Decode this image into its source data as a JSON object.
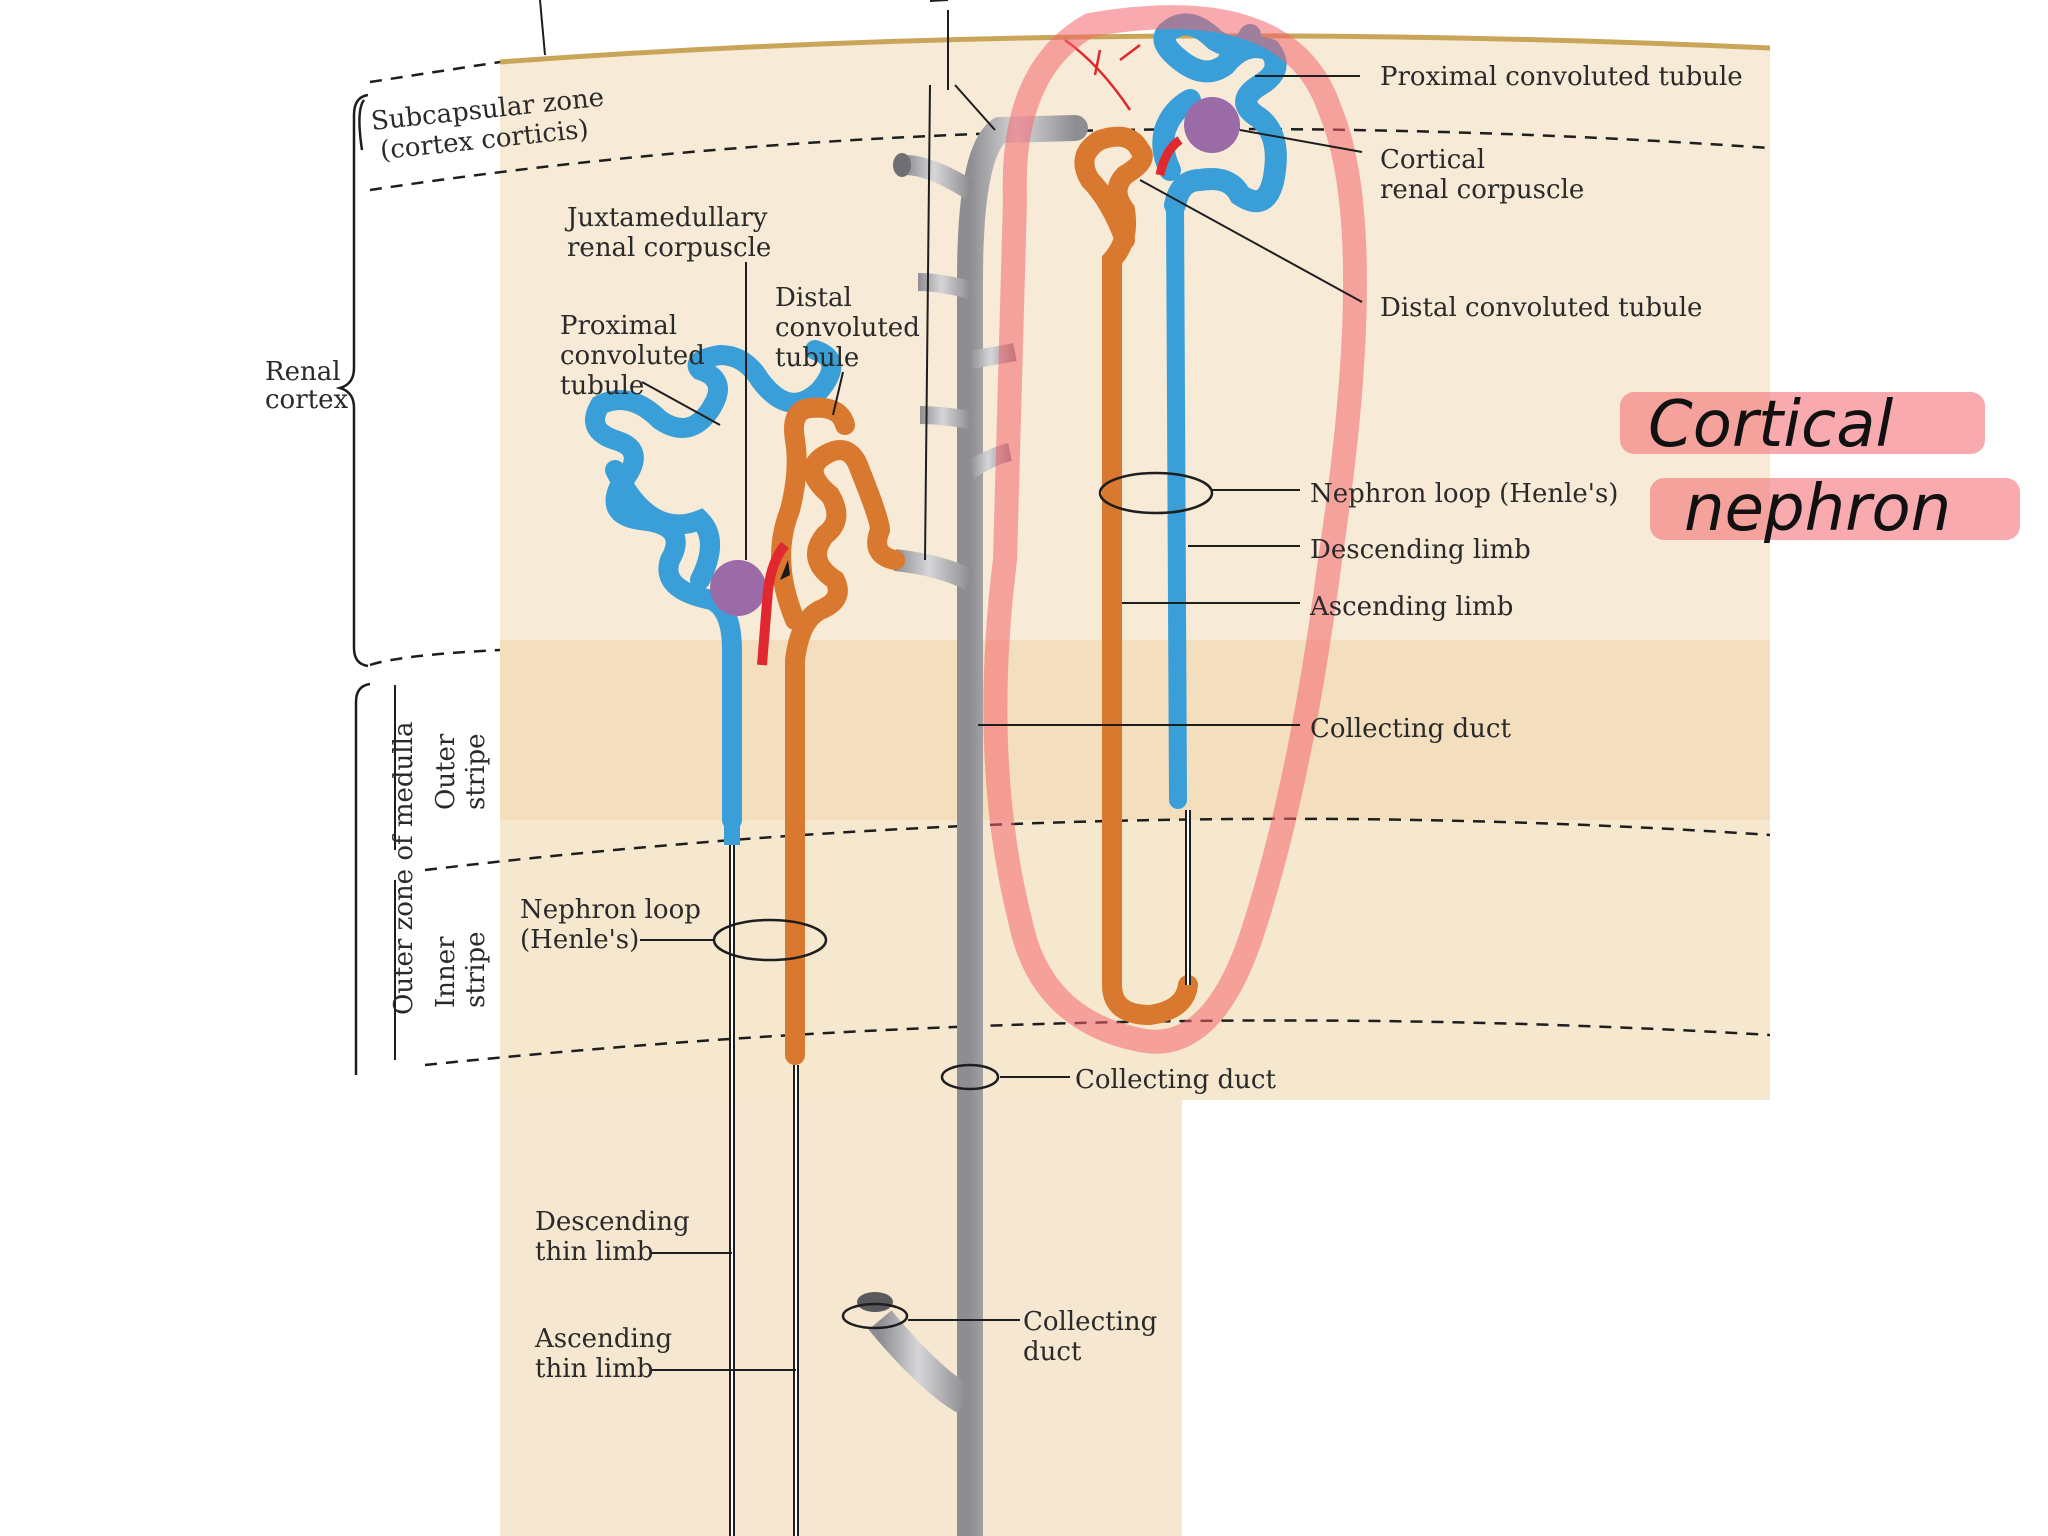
{
  "labels": {
    "subcapsular_zone": "Subcapsular zone",
    "cortex_corticis": "(cortex corticis)",
    "renal": "Renal",
    "cortex": "cortex",
    "juxtamedullary_1": "Juxtamedullary",
    "juxtamedullary_2": "renal corpuscle",
    "left_pct_1": "Proximal",
    "left_pct_2": "convoluted",
    "left_pct_3": "tubule",
    "left_dct_1": "Distal",
    "left_dct_2": "convoluted",
    "left_dct_3": "tubule",
    "outer_zone": "Outer zone of medulla",
    "outer_stripe_1": "Outer",
    "outer_stripe_2": "stripe",
    "inner_stripe_1": "Inner",
    "inner_stripe_2": "stripe",
    "left_loop_1": "Nephron loop",
    "left_loop_2": "(Henle's)",
    "desc_thin_1": "Descending",
    "desc_thin_2": "thin limb",
    "asc_thin_1": "Ascending",
    "asc_thin_2": "thin limb",
    "cd_lower_1": "Collecting",
    "cd_lower_2": "duct",
    "cd_mid": "Collecting duct",
    "right_pct": "Proximal convoluted tubule",
    "right_corp_1": "Cortical",
    "right_corp_2": "renal corpuscle",
    "right_dct": "Distal convoluted tubule",
    "right_loop": "Nephron loop (Henle's)",
    "right_desc": "Descending limb",
    "right_asc": "Ascending limb",
    "right_cd": "Collecting duct"
  },
  "annotation": {
    "line1": "Cortical",
    "line2": "nephron"
  },
  "colors": {
    "cortex_bg": "#f7ead6",
    "medulla_bg": "#f3dfbd",
    "proximal_tubule": "#3a9fd8",
    "distal_tubule": "#d9782f",
    "collecting_duct": "#a8a8ab",
    "corpuscle": "#9b6ba8",
    "vessel": "#e0282e",
    "highlight": "#f4646e"
  }
}
